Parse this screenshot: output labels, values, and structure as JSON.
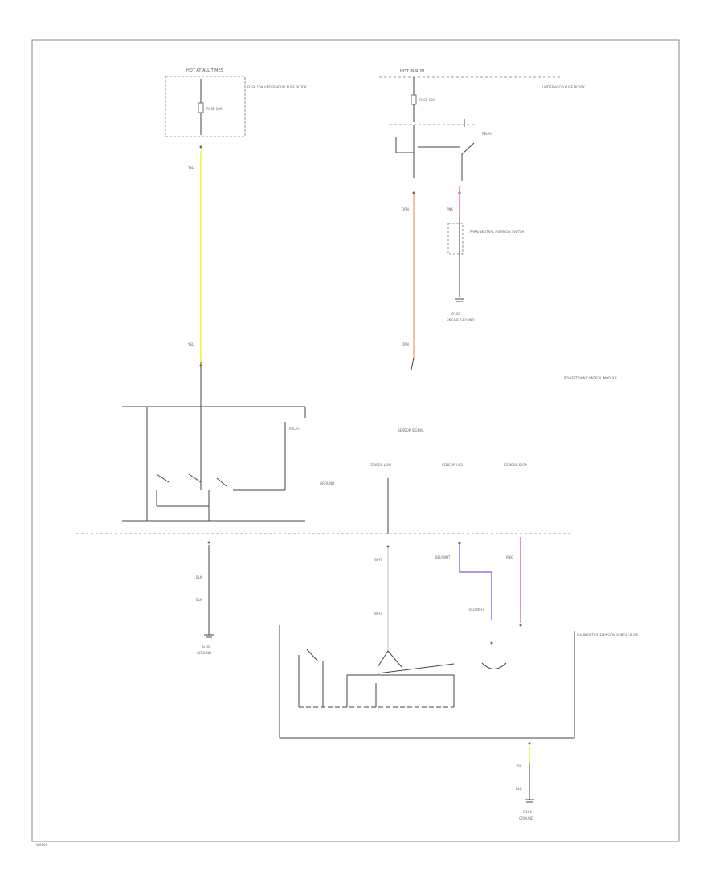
{
  "colors": {
    "border": "#888888",
    "wire_black": "#444444",
    "wire_yellow": "#f2f23a",
    "wire_orange": "#f5b08a",
    "wire_pink": "#f07a8c",
    "wire_blue": "#8080e8",
    "wire_white": "#d8d8d8"
  },
  "labels": {
    "fuse_block_left": "HOT AT ALL TIMES",
    "fuse_block_left_desc": "FUSE 10A UNDERHOOD FUSE BLOCK",
    "fuse_left": "FUSE 10A",
    "fuse_block_right": "HOT IN RUN",
    "fuse_right": "FUSE 10A",
    "fuse_block_right_desc": "UNDERHOOD FUSE BLOCK",
    "relay_right": "RELAY",
    "wire_yel_top": "YEL",
    "wire_yel_bottom": "YEL",
    "wire_orn_top": "ORN",
    "wire_orn_bottom": "ORN",
    "wire_pnk": "PNK",
    "switch_desc": "PARK/NEUTRAL POSITION SWITCH",
    "ground_right": "G103",
    "ground_right_desc": "ENGINE GROUND",
    "module_right_desc": "POWERTRAIN CONTROL MODULE",
    "relay_module": "RELAY",
    "ground_label_mid": "GROUND",
    "sensor_1": "SENSOR SIGNAL",
    "sensor_2": "SENSOR LOW",
    "sensor_3": "SENSOR HIGH",
    "sensor_4": "SENSOR DATA",
    "wire_blk_1": "BLK",
    "wire_blk_2": "BLK",
    "wire_wht_1": "WHT",
    "wire_wht_2": "WHT",
    "wire_blu": "BLU/WHT",
    "wire_blu_2": "BLU/WHT",
    "wire_pnk_2": "PNK",
    "ground_left": "G102",
    "ground_left_desc": "GROUND",
    "module_bottom_desc": "EVAPORATIVE EMISSION PURGE VALVE",
    "ground_bottom": "G104",
    "ground_bottom_desc": "GROUND",
    "wire_yel_2": "YEL",
    "wire_blk_3": "BLK",
    "footer_code": "W0000"
  }
}
